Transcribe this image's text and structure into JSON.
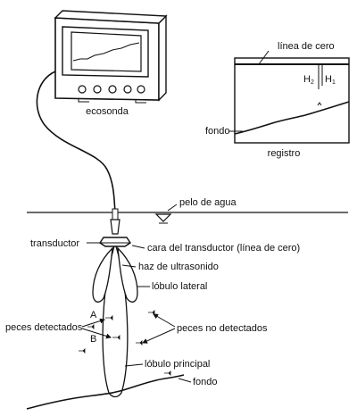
{
  "labels": {
    "echosounder": "ecosonda",
    "zero_line": "línea de cero",
    "h2": "H",
    "h2_sub": "2",
    "h1": "H",
    "h1_sub": "1",
    "record_bottom": "fondo",
    "record": "registro",
    "water_surface": "pelo de agua",
    "transducer": "transductor",
    "transducer_face": "cara del transductor (línea de cero)",
    "ultrasound_beam": "haz de ultrasonido",
    "side_lobe": "lóbulo lateral",
    "mark_a": "A",
    "mark_b": "B",
    "fish_detected": "peces detectados",
    "fish_not_detected": "peces no detectados",
    "main_lobe": "lóbulo principal",
    "seabed": "fondo"
  }
}
